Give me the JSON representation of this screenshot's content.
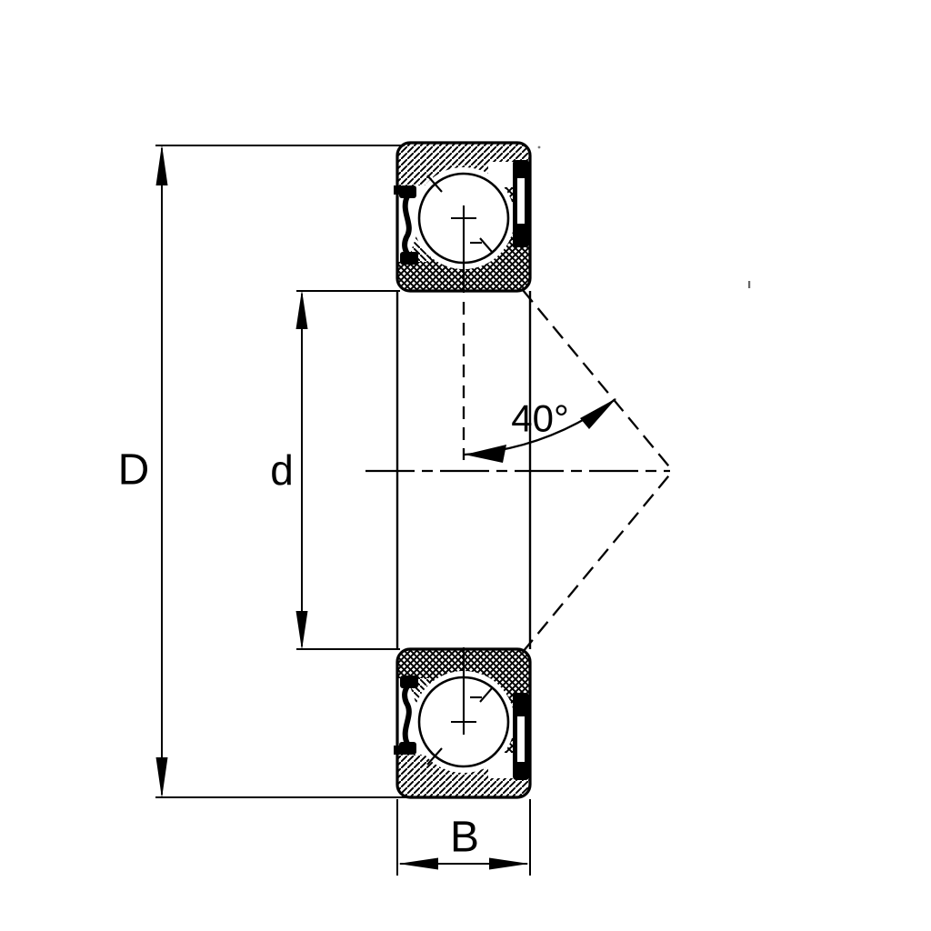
{
  "figure": {
    "description": "Technical cross-section drawing of a sealed angular contact ball bearing with dimension annotations",
    "labels": {
      "outer_diameter": "D",
      "bore_diameter": "d",
      "width": "B",
      "contact_angle": "40°"
    },
    "colors": {
      "line": "#000000",
      "background": "#ffffff",
      "seal": "#000000"
    }
  }
}
